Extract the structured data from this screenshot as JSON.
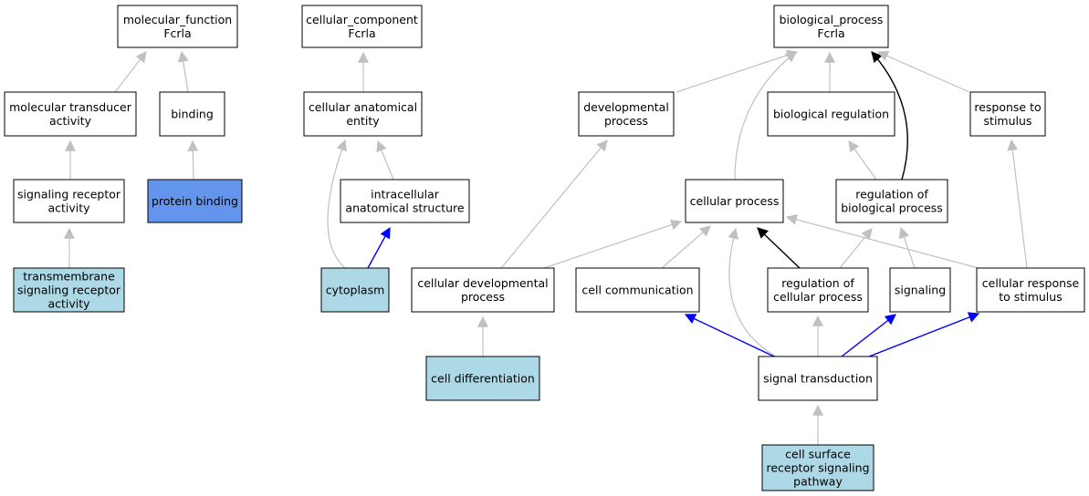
{
  "colors": {
    "background": "#ffffff",
    "node_default": "#ffffff",
    "node_annotated": "#add8e6",
    "node_highlight": "#6495ed",
    "edge_gray": "#c0c0c0",
    "edge_black": "#000000",
    "edge_blue": "#0000ff"
  },
  "nodes": [
    {
      "id": "mf",
      "lines": [
        "molecular_function",
        "Fcrla"
      ],
      "style": "default"
    },
    {
      "id": "cc",
      "lines": [
        "cellular_component",
        "Fcrla"
      ],
      "style": "default"
    },
    {
      "id": "bp",
      "lines": [
        "biological_process",
        "Fcrla"
      ],
      "style": "default"
    },
    {
      "id": "mt",
      "lines": [
        "molecular transducer",
        "activity"
      ],
      "style": "default"
    },
    {
      "id": "bind",
      "lines": [
        "binding"
      ],
      "style": "default"
    },
    {
      "id": "cae",
      "lines": [
        "cellular anatomical",
        "entity"
      ],
      "style": "default"
    },
    {
      "id": "dev",
      "lines": [
        "developmental",
        "process"
      ],
      "style": "default"
    },
    {
      "id": "breg",
      "lines": [
        "biological regulation"
      ],
      "style": "default"
    },
    {
      "id": "rts",
      "lines": [
        "response to",
        "stimulus"
      ],
      "style": "default"
    },
    {
      "id": "sra",
      "lines": [
        "signaling receptor",
        "activity"
      ],
      "style": "default"
    },
    {
      "id": "pb",
      "lines": [
        "protein binding"
      ],
      "style": "highlight"
    },
    {
      "id": "ias",
      "lines": [
        "intracellular",
        "anatomical structure"
      ],
      "style": "default"
    },
    {
      "id": "cp",
      "lines": [
        "cellular process"
      ],
      "style": "default"
    },
    {
      "id": "rbp",
      "lines": [
        "regulation of",
        "biological process"
      ],
      "style": "default"
    },
    {
      "id": "tsra",
      "lines": [
        "transmembrane",
        "signaling receptor",
        "activity"
      ],
      "style": "annotated"
    },
    {
      "id": "cyt",
      "lines": [
        "cytoplasm"
      ],
      "style": "annotated"
    },
    {
      "id": "cdp",
      "lines": [
        "cellular developmental",
        "process"
      ],
      "style": "default"
    },
    {
      "id": "cc2",
      "lines": [
        "cell communication"
      ],
      "style": "default"
    },
    {
      "id": "rcp",
      "lines": [
        "regulation of",
        "cellular process"
      ],
      "style": "default"
    },
    {
      "id": "sig",
      "lines": [
        "signaling"
      ],
      "style": "default"
    },
    {
      "id": "crs",
      "lines": [
        "cellular response",
        "to stimulus"
      ],
      "style": "default"
    },
    {
      "id": "cd",
      "lines": [
        "cell differentiation"
      ],
      "style": "annotated"
    },
    {
      "id": "st",
      "lines": [
        "signal transduction"
      ],
      "style": "default"
    },
    {
      "id": "csrsp",
      "lines": [
        "cell surface",
        "receptor signaling",
        "pathway"
      ],
      "style": "annotated"
    }
  ],
  "edges": [
    {
      "from": "mt",
      "to": "mf",
      "color": "gray"
    },
    {
      "from": "bind",
      "to": "mf",
      "color": "gray"
    },
    {
      "from": "sra",
      "to": "mt",
      "color": "gray"
    },
    {
      "from": "pb",
      "to": "bind",
      "color": "gray"
    },
    {
      "from": "tsra",
      "to": "sra",
      "color": "gray"
    },
    {
      "from": "cae",
      "to": "cc",
      "color": "gray"
    },
    {
      "from": "ias",
      "to": "cae",
      "color": "gray"
    },
    {
      "from": "cyt",
      "to": "cae",
      "color": "gray"
    },
    {
      "from": "cyt",
      "to": "ias",
      "color": "blue"
    },
    {
      "from": "dev",
      "to": "bp",
      "color": "gray"
    },
    {
      "from": "cp",
      "to": "bp",
      "color": "gray"
    },
    {
      "from": "breg",
      "to": "bp",
      "color": "gray"
    },
    {
      "from": "rbp",
      "to": "bp",
      "color": "black"
    },
    {
      "from": "rts",
      "to": "bp",
      "color": "gray"
    },
    {
      "from": "rbp",
      "to": "breg",
      "color": "gray"
    },
    {
      "from": "crs",
      "to": "rts",
      "color": "gray"
    },
    {
      "from": "cdp",
      "to": "dev",
      "color": "gray"
    },
    {
      "from": "cdp",
      "to": "cp",
      "color": "gray"
    },
    {
      "from": "cc2",
      "to": "cp",
      "color": "gray"
    },
    {
      "from": "rcp",
      "to": "cp",
      "color": "black"
    },
    {
      "from": "crs",
      "to": "cp",
      "color": "gray"
    },
    {
      "from": "st",
      "to": "cp",
      "color": "gray"
    },
    {
      "from": "rcp",
      "to": "rbp",
      "color": "gray"
    },
    {
      "from": "sig",
      "to": "rbp",
      "color": "gray"
    },
    {
      "from": "cd",
      "to": "cdp",
      "color": "gray"
    },
    {
      "from": "st",
      "to": "cc2",
      "color": "blue"
    },
    {
      "from": "st",
      "to": "rcp",
      "color": "gray"
    },
    {
      "from": "st",
      "to": "sig",
      "color": "blue"
    },
    {
      "from": "st",
      "to": "crs",
      "color": "blue"
    },
    {
      "from": "csrsp",
      "to": "st",
      "color": "gray"
    }
  ]
}
